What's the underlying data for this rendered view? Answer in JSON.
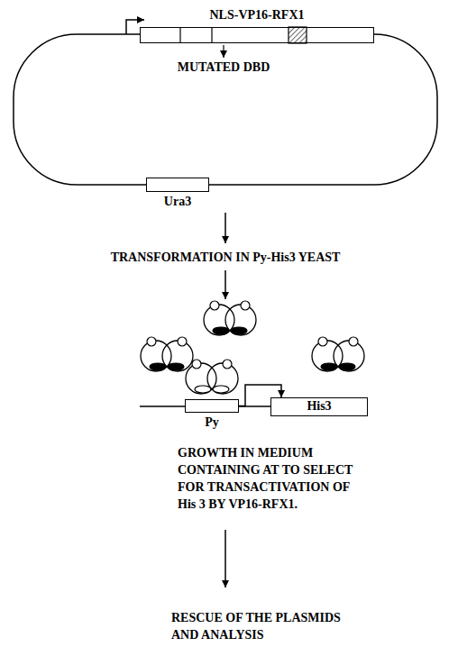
{
  "diagram": {
    "nodes": [
      {
        "text": [
          "NLS-VP16-RFX1"
        ]
      },
      {
        "text": [
          "Ura3"
        ]
      },
      {
        "text": [
          "Py"
        ]
      },
      {
        "text": [
          "His3"
        ]
      }
    ],
    "edges": [
      {
        "from": 2,
        "to": 3,
        "arrow": "to"
      }
    ],
    "labels": [
      "MUTATED DBD",
      "TRANSFORMATION IN Py-His3 YEAST",
      "GROWTH IN MEDIUM CONTAINING AT TO SELECT FOR TRANSACTIVATION OF His 3 BY VP16-RFX1.",
      "RESCUE OF THE PLASMIDS AND ANALYSIS"
    ]
  }
}
